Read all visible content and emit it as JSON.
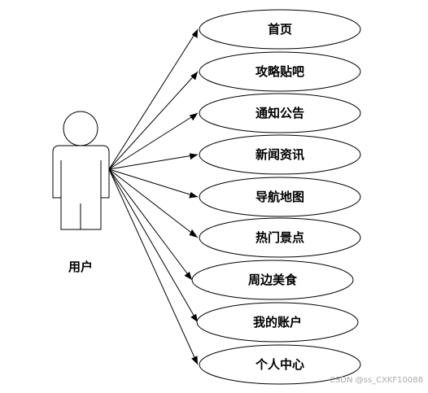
{
  "actor": {
    "label": "用户"
  },
  "use_cases": [
    {
      "label": "首页"
    },
    {
      "label": "攻略贴吧"
    },
    {
      "label": "通知公告"
    },
    {
      "label": "新闻资讯"
    },
    {
      "label": "导航地图"
    },
    {
      "label": "热门景点"
    },
    {
      "label": "周边美食"
    },
    {
      "label": "我的账户"
    },
    {
      "label": "个人中心"
    }
  ],
  "watermark": "CSDN @ss_CXKF10088",
  "colors": {
    "stroke": "#000000",
    "fill": "#ffffff",
    "watermark": "#aaaaaa"
  }
}
